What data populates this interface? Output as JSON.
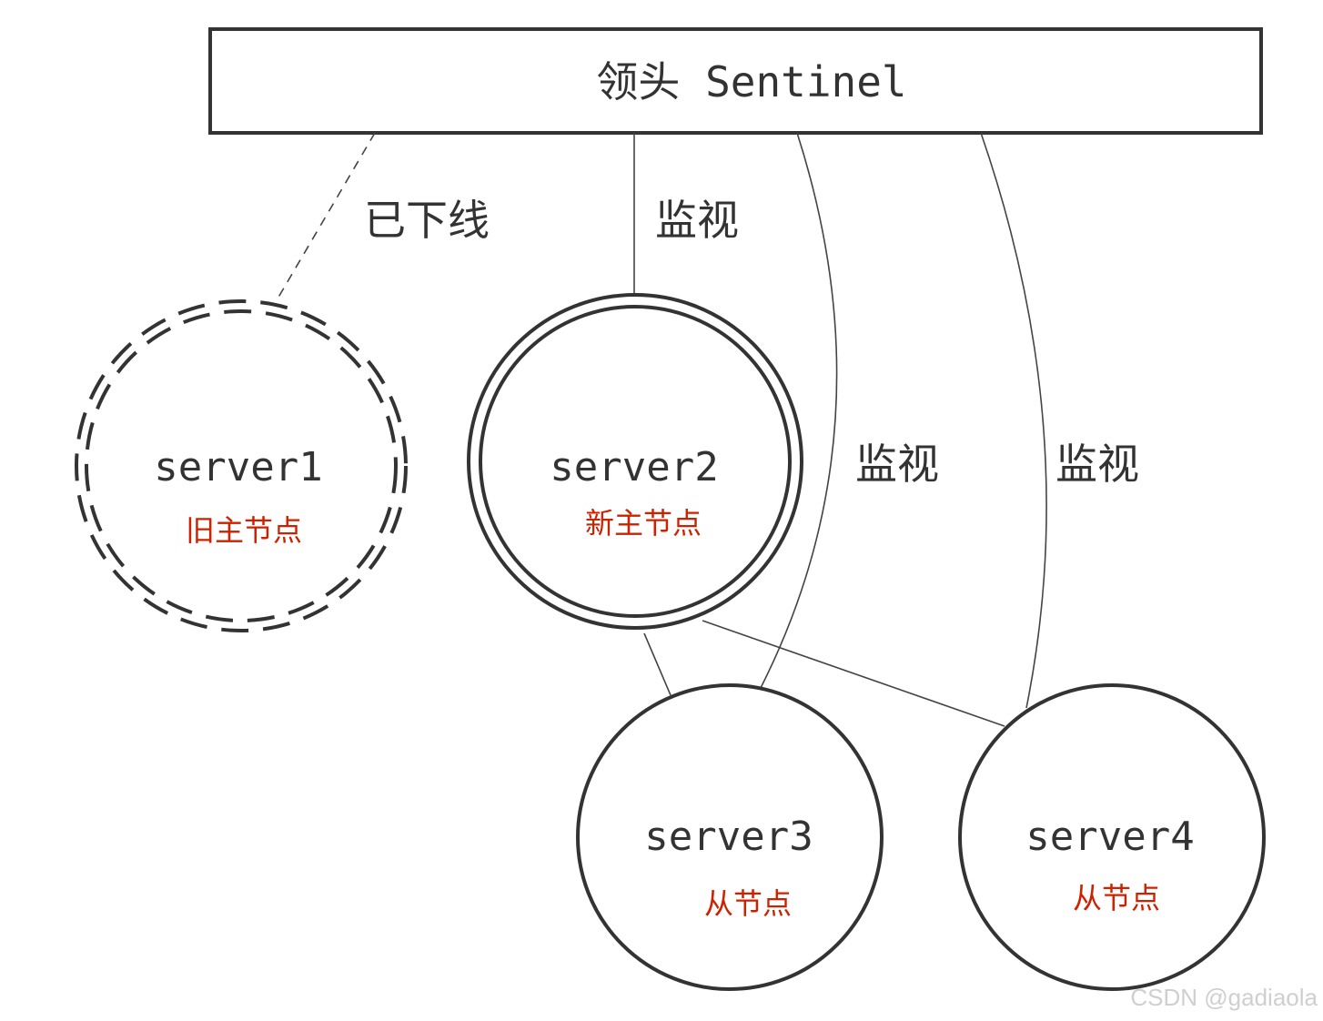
{
  "leader": {
    "label": "领头 Sentinel"
  },
  "edges": {
    "offline_label": "已下线",
    "monitor_label": "监视"
  },
  "servers": [
    {
      "name": "server1",
      "role": "旧主节点",
      "status": "offline"
    },
    {
      "name": "server2",
      "role": "新主节点",
      "status": "master"
    },
    {
      "name": "server3",
      "role": "从节点",
      "status": "replica"
    },
    {
      "name": "server4",
      "role": "从节点",
      "status": "replica"
    }
  ],
  "colors": {
    "stroke": "#333333",
    "role_text": "#cc2200",
    "watermark": "#cfcfcf"
  },
  "watermark": "CSDN @gadiaola"
}
